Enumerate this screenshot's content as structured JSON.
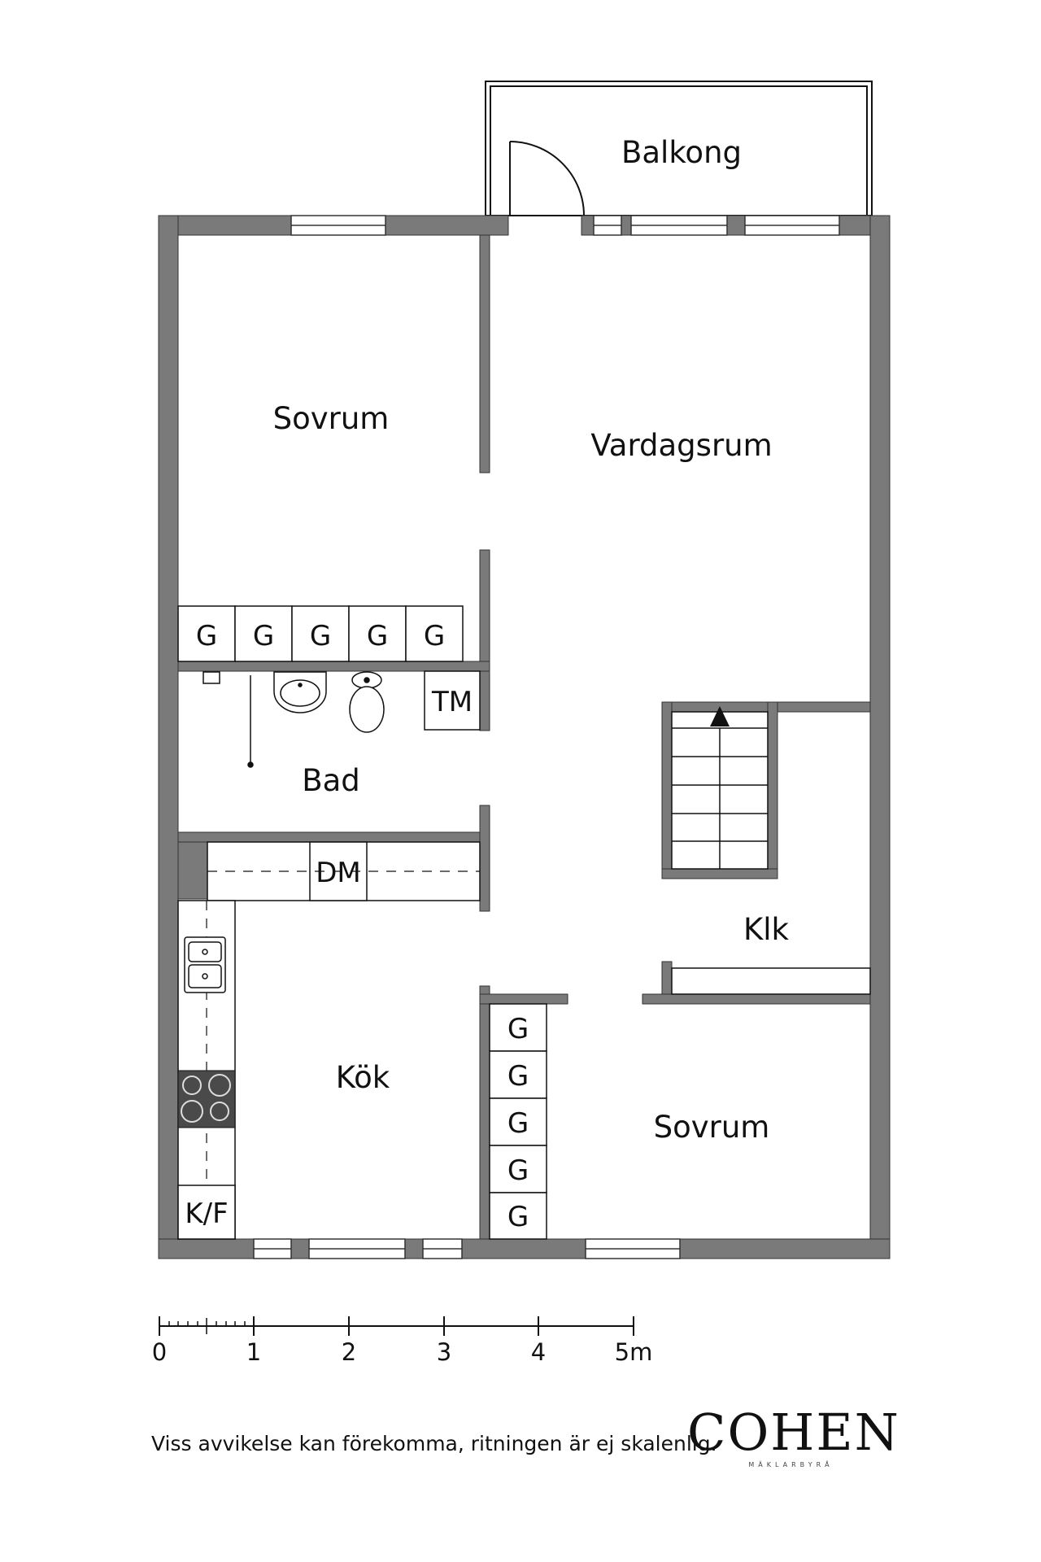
{
  "rooms": {
    "balcony": "Balkong",
    "bedroom_top": "Sovrum",
    "living_room": "Vardagsrum",
    "bathroom": "Bad",
    "walk_in_closet": "Klk",
    "kitchen": "Kök",
    "bedroom_bottom": "Sovrum"
  },
  "fixtures": {
    "wardrobe": "G",
    "washing_machine": "TM",
    "dishwasher": "DM",
    "fridge_freezer": "K/F"
  },
  "scale_bar": {
    "labels": [
      "0",
      "1",
      "2",
      "3",
      "4",
      "5m"
    ]
  },
  "disclaimer": "Viss avvikelse kan förekomma, ritningen är ej skalenlig.",
  "brand": {
    "name": "COHEN",
    "subtitle": "MÄKLARBYRÅ"
  },
  "colors": {
    "wall": "#7a7a7a",
    "line": "#111111",
    "background": "#ffffff"
  }
}
